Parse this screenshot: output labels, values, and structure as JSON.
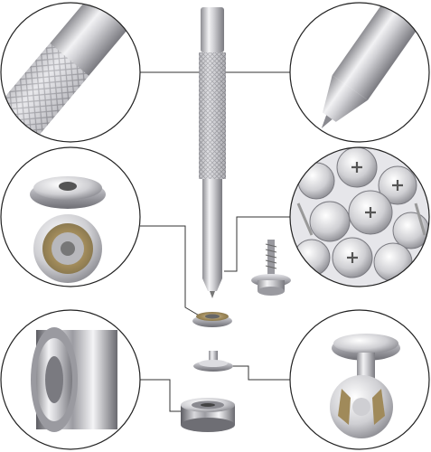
{
  "image": {
    "subject": "snap-fastener-kit-with-setting-tool",
    "background_color": "#ffffff",
    "metal_color": "#c8c8cc",
    "line_color": "#333333"
  },
  "callouts": [
    {
      "name": "knurled-grip-detail-callout"
    },
    {
      "name": "tool-tip-detail-callout"
    },
    {
      "name": "cap-and-socket-detail-callout"
    },
    {
      "name": "screw-studs-pile-callout"
    },
    {
      "name": "post-ring-detail-callout"
    },
    {
      "name": "cap-and-prongs-detail-callout"
    }
  ]
}
